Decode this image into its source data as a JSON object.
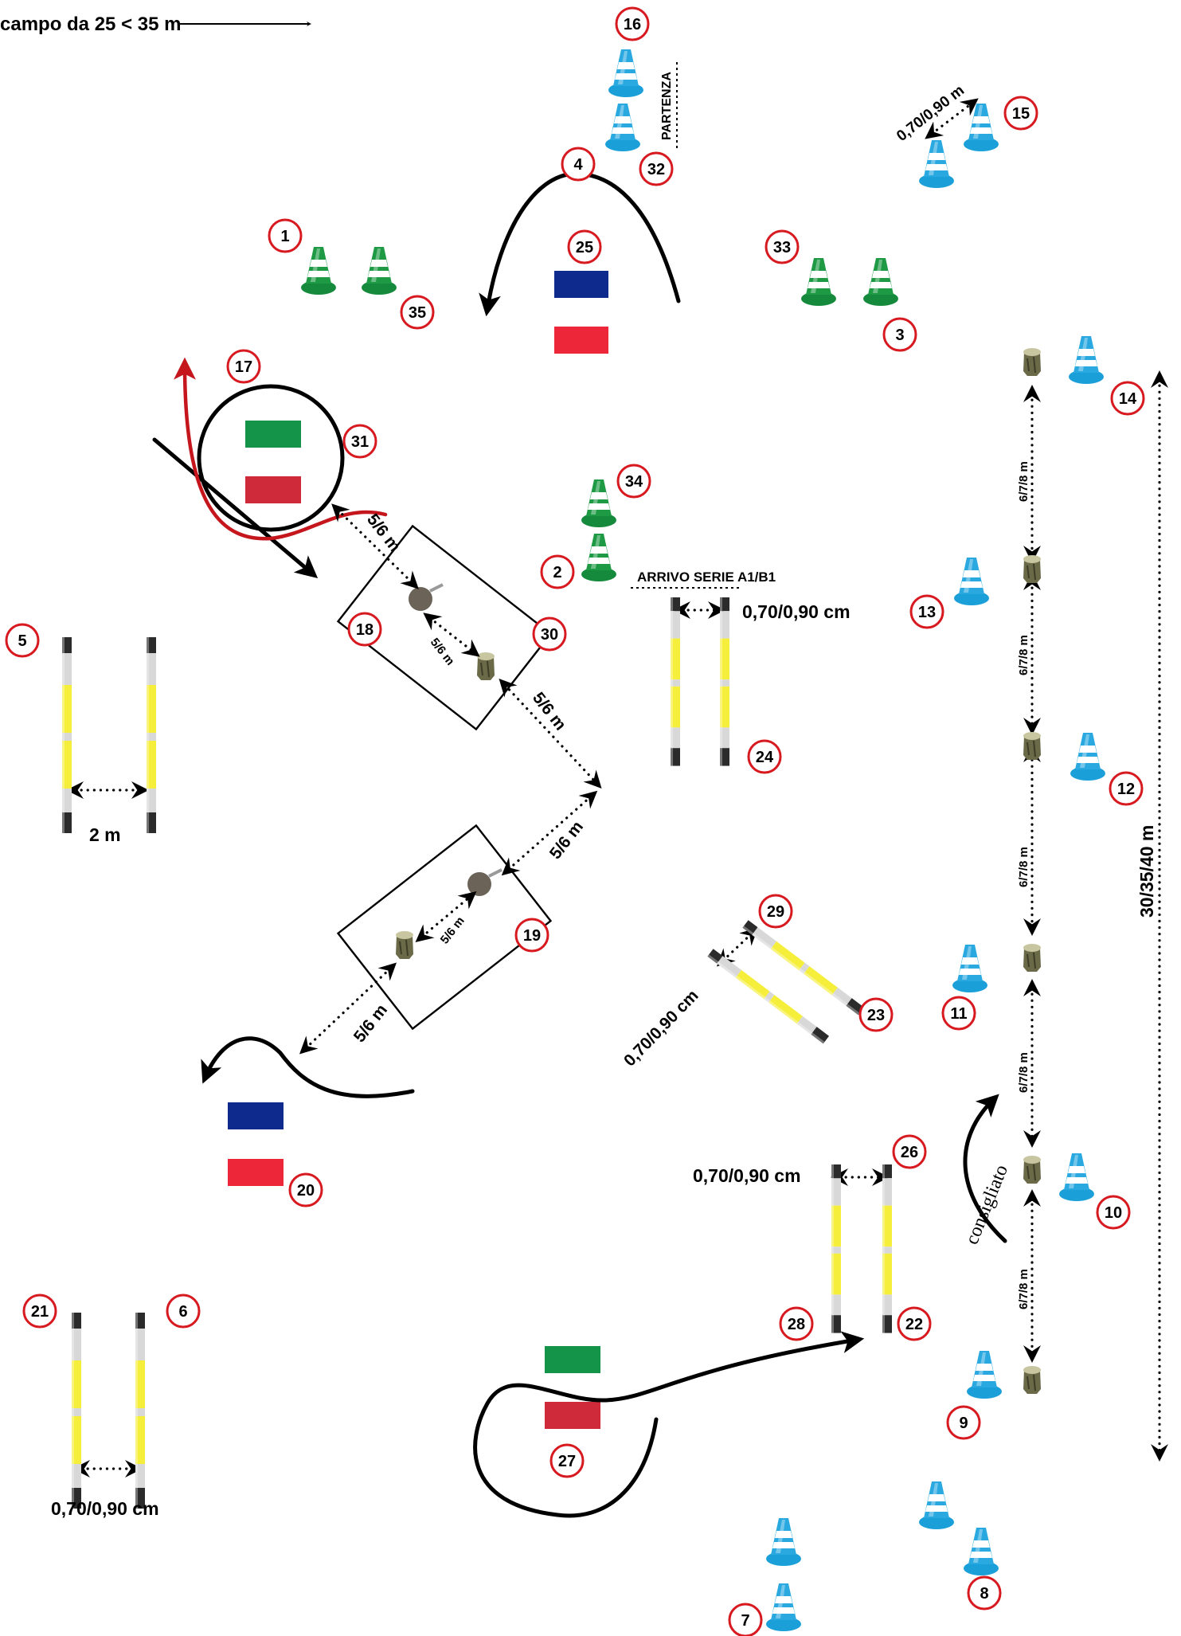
{
  "header": {
    "field_note": "campo da 25 < 35 m"
  },
  "obstacle_numbers": [
    "1",
    "2",
    "3",
    "4",
    "5",
    "6",
    "7",
    "8",
    "9",
    "10",
    "11",
    "12",
    "13",
    "14",
    "15",
    "16",
    "17",
    "18",
    "19",
    "20",
    "21",
    "22",
    "23",
    "24",
    "25",
    "26",
    "27",
    "28",
    "29",
    "30",
    "31",
    "32",
    "33",
    "34",
    "35"
  ],
  "labels": {
    "partenza": "PARTENZA",
    "arrivo": "ARRIVO SERIE A1/B1",
    "dist_cone_pair": "0,70/0,90 m",
    "dist_fivesix": "5/6 m",
    "dist_slalom": "6/7/8 m",
    "dist_total": "30/35/40 m",
    "dist_poles": "0,70/0,90 cm",
    "dist_two": "2 m",
    "consigliato": "consigliato"
  },
  "colors": {
    "flag_blue": "#0d2a8c",
    "flag_red": "#ee2639",
    "flag_green": "#139448",
    "flag_red_dark": "#cf2a3a",
    "path_red": "#c4161c",
    "circle_stroke": "#d71920",
    "cone_blue": "#2aa8e0",
    "cone_green": "#1e9a45",
    "pole_yellow": "#f5ee3a"
  },
  "icons": [
    "cone-blue-icon",
    "cone-green-icon",
    "stump-icon",
    "ball-icon",
    "pole-icon",
    "flag-icon"
  ]
}
